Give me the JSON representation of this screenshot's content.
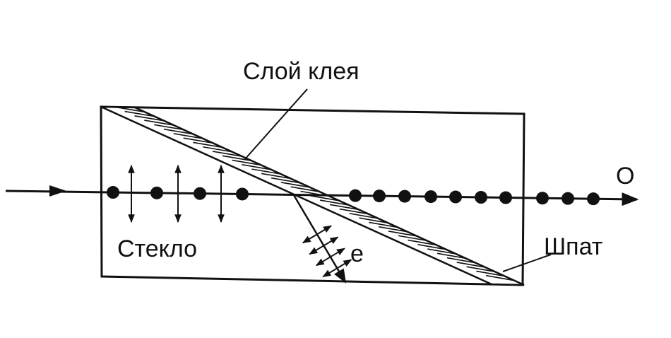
{
  "labels": {
    "glue_layer": "Слой клея",
    "glass": "Стекло",
    "spar": "Шпат",
    "ordinary_ray": "O",
    "extraordinary_ray": "e"
  },
  "colors": {
    "ink": "#111111",
    "background": "#ffffff"
  }
}
